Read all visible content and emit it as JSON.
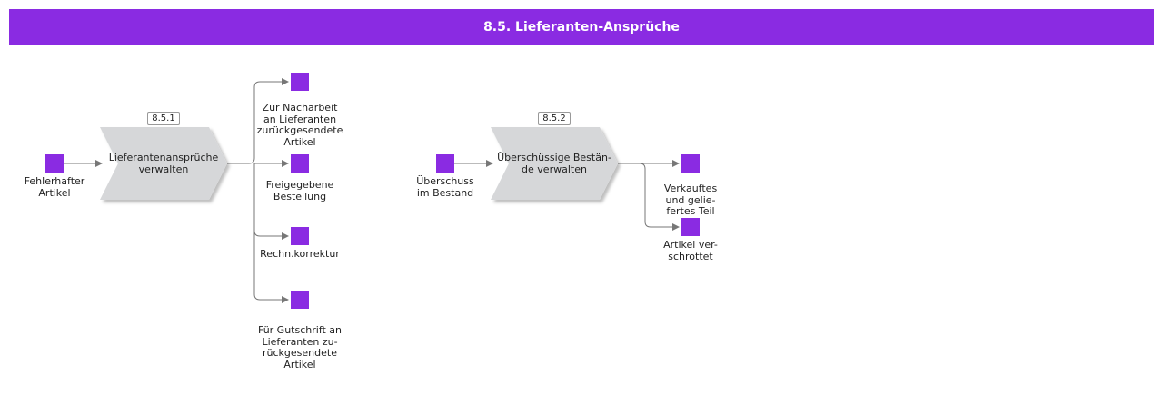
{
  "title": "8.5. Lieferanten-Ansprüche",
  "colors": {
    "accent": "#8a2be2",
    "process_fill": "#d6d7d9",
    "connector": "#777777"
  },
  "processes": [
    {
      "id": "8.5.1",
      "label": "Lieferantenansprüche\nverwalten"
    },
    {
      "id": "8.5.2",
      "label": "Überschüssige Bestän-\nde verwalten"
    }
  ],
  "items": {
    "fehlerhafter": "Fehlerhafter\nArtikel",
    "nacharbeit": "Zur Nacharbeit\nan Lieferanten\nzurückgesendete\nArtikel",
    "freigegebene": "Freigegebene\nBestellung",
    "rechn": "Rechn.korrektur",
    "gutschrift": "Für Gutschrift an\nLieferanten zu-\nrückgesendete\nArtikel",
    "ueberschuss": "Überschuss\nim Bestand",
    "verkauftes": "Verkauftes\nund gelie-\nfertes Teil",
    "verschrottet": "Artikel ver-\nschrottet"
  }
}
